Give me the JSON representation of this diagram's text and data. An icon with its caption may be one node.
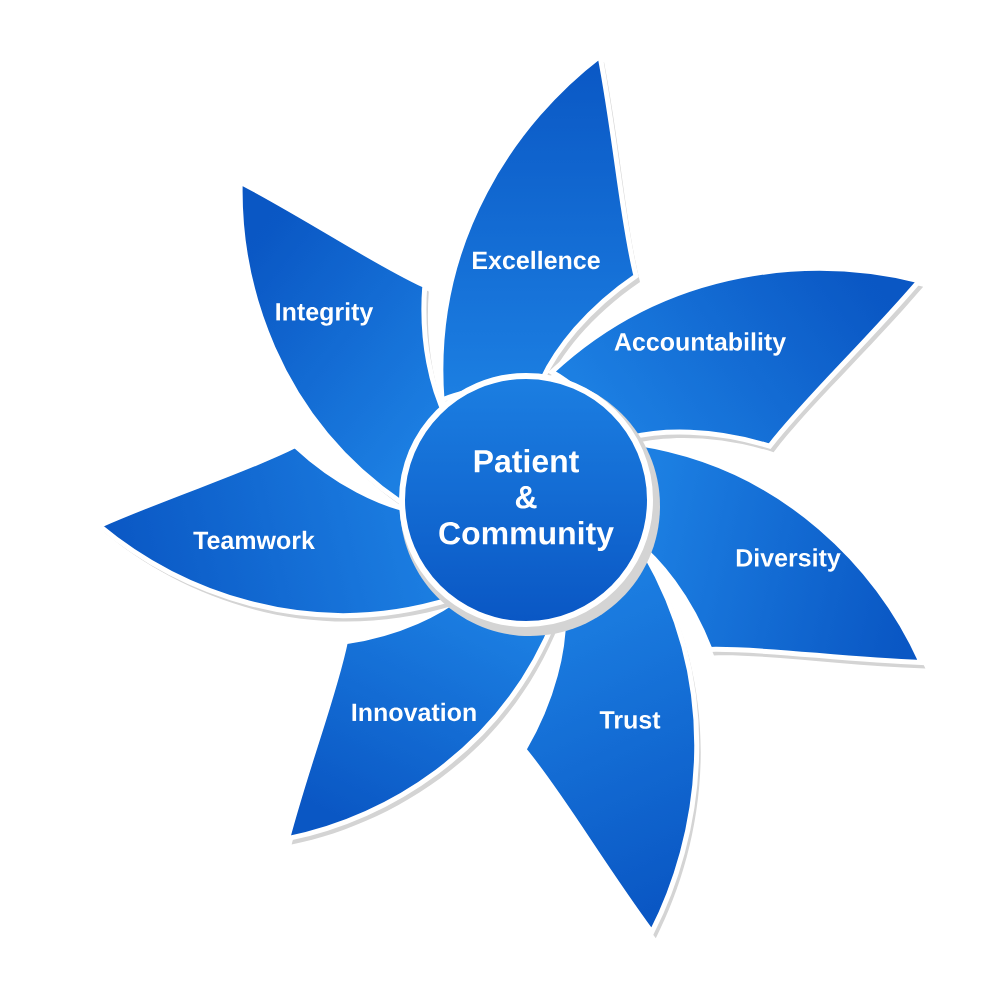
{
  "diagram": {
    "nodes": [
      {
        "text": [
          "Patient & Community"
        ]
      },
      {
        "text": [
          "Excellence"
        ]
      },
      {
        "text": [
          "Accountability"
        ]
      },
      {
        "text": [
          "Diversity"
        ]
      },
      {
        "text": [
          "Trust"
        ]
      },
      {
        "text": [
          "Innovation"
        ]
      },
      {
        "text": [
          "Teamwork"
        ]
      },
      {
        "text": [
          "Integrity"
        ]
      }
    ]
  }
}
